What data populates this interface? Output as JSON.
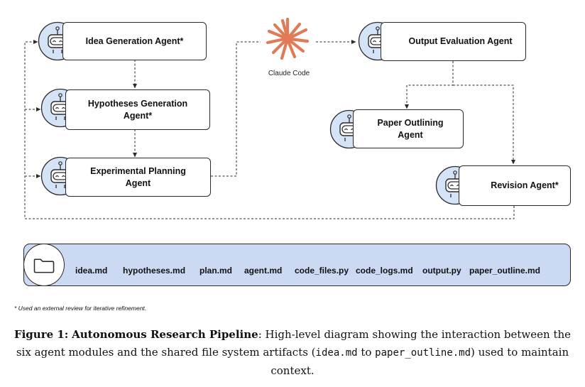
{
  "agents": {
    "idea": "Idea Generation Agent*",
    "hypotheses": "Hypotheses Generation Agent*",
    "planning": "Experimental Planning Agent",
    "evaluation": "Output Evaluation Agent",
    "outlining": "Paper Outlining Agent",
    "revision": "Revision Agent*"
  },
  "claude_code_label": "Claude Code",
  "files": [
    "idea.md",
    "hypotheses.md",
    "plan.md",
    "agent.md",
    "code_files.py",
    "code_logs.md",
    "output.py",
    "paper_outline.md"
  ],
  "footnote": "* Used an external review for iterative refinement.",
  "caption": {
    "figure_label": "Figure 1:",
    "title": "Autonomous Research Pipeline",
    "text_1": ": High-level diagram showing the interaction between the six agent modules and the shared file system artifacts (",
    "code_1": "idea.md",
    "text_2": " to ",
    "code_2": "paper_outline.md",
    "text_3": ") used to maintain context."
  },
  "colors": {
    "icon_fill": "#d5e3f6",
    "file_bar_fill": "#cbd9f3",
    "claude_accent": "#e07a57",
    "line": "#2b2b2b"
  },
  "icons": {
    "agent": "robot-icon",
    "folder": "folder-icon",
    "claude": "claude-starburst-icon"
  }
}
